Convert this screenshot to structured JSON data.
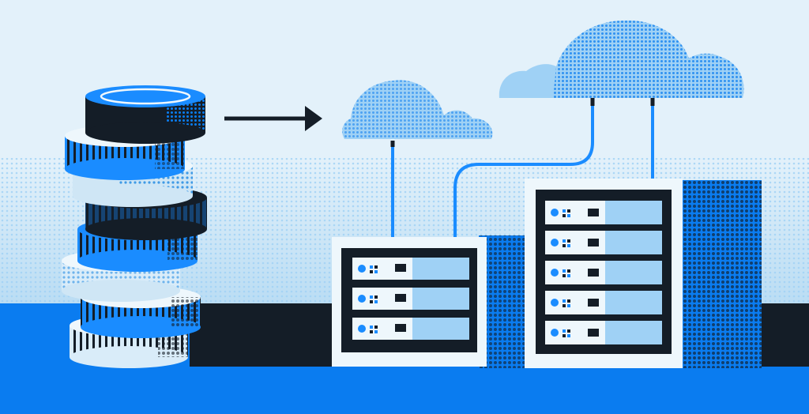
{
  "scene": {
    "description_free": true,
    "colors": {
      "sky_light": "#e3f1fa",
      "sky_mid": "#cfe6f5",
      "blue_primary": "#0a7cf0",
      "blue_bright": "#1a8cff",
      "blue_light": "#9fd1f5",
      "navy": "#141d27",
      "white": "#eef7fc",
      "dot_blue": "#3f9ae6"
    },
    "icons": [
      "coin-stack-icon",
      "arrow-right-icon",
      "cloud-icon",
      "server-rack-icon"
    ],
    "coin_stack": {
      "coin_count": 8
    },
    "small_server": {
      "unit_count": 3
    },
    "large_server": {
      "unit_count": 5
    },
    "clouds": {
      "count": 2
    }
  }
}
